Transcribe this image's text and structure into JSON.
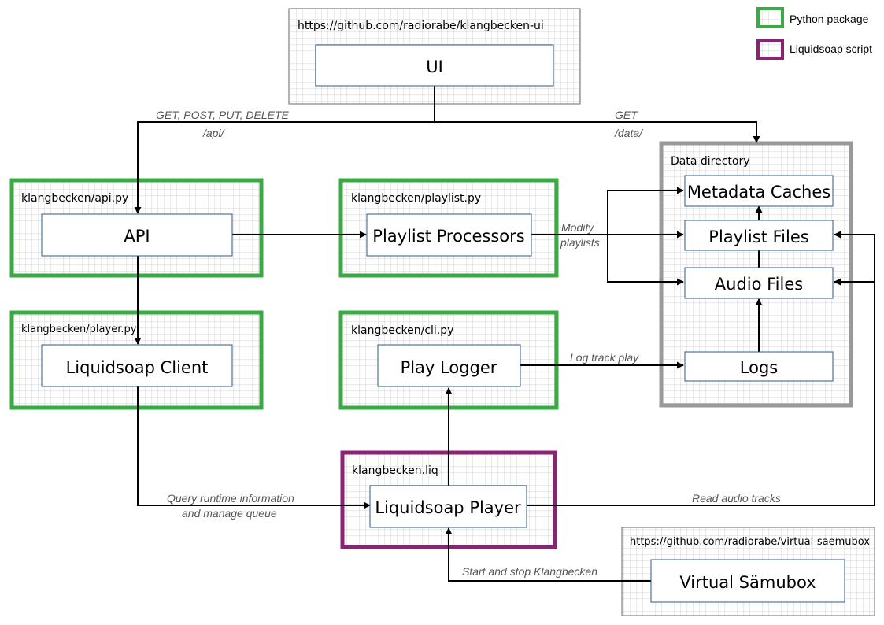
{
  "legend": {
    "python_label": "Python package",
    "liquidsoap_label": "Liquidsoap script",
    "python_color": "#3aab44",
    "liquidsoap_color": "#8b2374"
  },
  "containers": {
    "ui_repo": "https://github.com/radiorabe/klangbecken-ui",
    "data_dir": "Data directory",
    "api_pkg": "klangbecken/api.py",
    "playlist_pkg": "klangbecken/playlist.py",
    "player_pkg": "klangbecken/player.py",
    "cli_pkg": "klangbecken/cli.py",
    "liq_script": "klangbecken.liq",
    "saemubox_repo": "https://github.com/radiorabe/virtual-saemubox"
  },
  "nodes": {
    "ui": "UI",
    "api": "API",
    "playlist_processors": "Playlist Processors",
    "liquidsoap_client": "Liquidsoap Client",
    "play_logger": "Play Logger",
    "liquidsoap_player": "Liquidsoap Player",
    "virtual_saemubox": "Virtual Sämubox",
    "metadata_caches": "Metadata Caches",
    "playlist_files": "Playlist Files",
    "audio_files": "Audio Files",
    "logs": "Logs"
  },
  "edges": {
    "api_methods": "GET, POST, PUT, DELETE",
    "api_path": "/api/",
    "data_method": "GET",
    "data_path": "/data/",
    "modify_1": "Modify",
    "modify_2": "playlists",
    "log_track": "Log track play",
    "query_1": "Query runtime information",
    "query_2": "and manage queue",
    "read_audio": "Read audio tracks",
    "start_stop": "Start and stop Klangbecken"
  }
}
